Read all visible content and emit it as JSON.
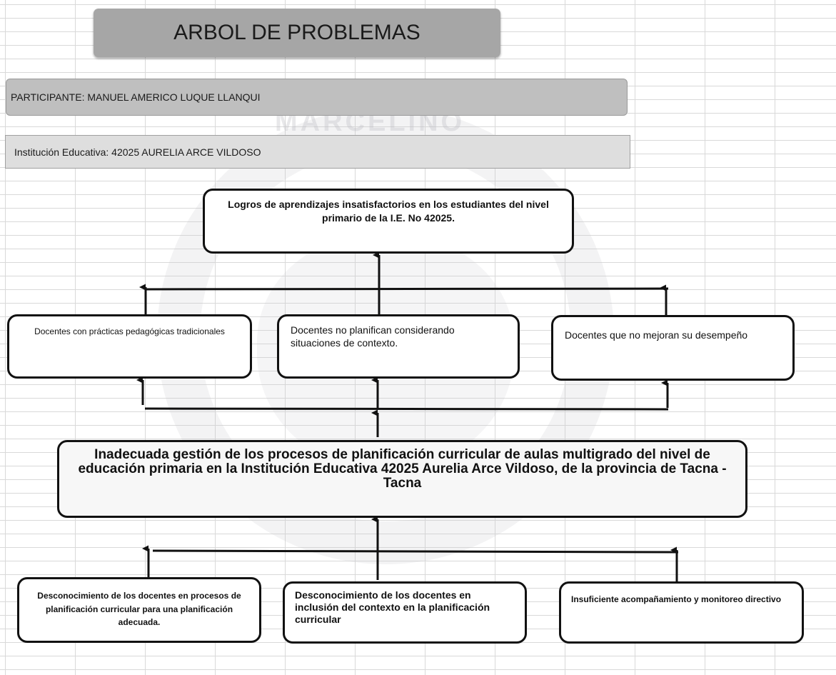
{
  "title": "ARBOL DE PROBLEMAS",
  "participant": "PARTICIPANTE: MANUEL AMERICO LUQUE LLANQUI",
  "institution": "Institución Educativa: 42025 AURELIA ARCE VILDOSO",
  "effect": "Logros de aprendizajes insatisfactorios en los estudiantes del nivel primario de la I.E. No 42025.",
  "intermediate": [
    "Docentes  con prácticas pedagógicas tradicionales",
    "Docentes no planifican considerando situaciones de contexto.",
    "Docentes que no mejoran su  desempeño"
  ],
  "central_problem": "Inadecuada gestión de los procesos de planificación curricular de aulas multigrado del nivel de educación primaria en la Institución Educativa 42025 Aurelia Arce Vildoso, de la provincia de Tacna - Tacna",
  "causes": [
    "Desconocimiento  de los docentes en procesos de planificación  curricular  para una planificación  adecuada.",
    "Desconocimiento de los docentes en inclusión del contexto en la planificación curricular",
    "Insuficiente   acompañamiento  y monitoreo directivo"
  ],
  "watermark_text": "MARCELINO"
}
